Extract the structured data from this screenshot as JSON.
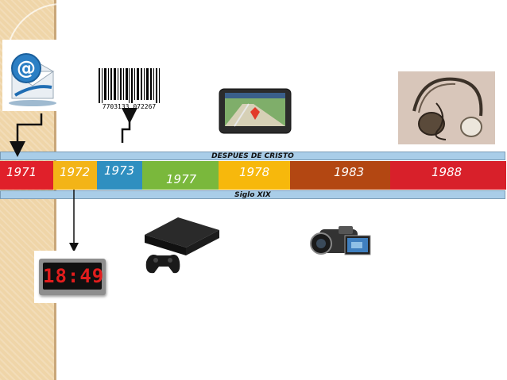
{
  "timeline": {
    "top_band": "DESPUES DE CRISTO",
    "bottom_band": "Siglo XIX",
    "segments": [
      {
        "year": "1971",
        "color": "#e0202a",
        "text_color": "#ffffff"
      },
      {
        "year": "1972",
        "color": "#f3b417",
        "text_color": "#ffffff"
      },
      {
        "year": "1973",
        "color": "#2f8fc0",
        "text_color": "#ffffff"
      },
      {
        "year": "1977",
        "color": "#7ab83c",
        "text_color": "#ffffff"
      },
      {
        "year": "1978",
        "color": "#f7b80c",
        "text_color": "#ffffff"
      },
      {
        "year": "1983",
        "color": "#b34712",
        "text_color": "#ffffff"
      },
      {
        "year": "1988",
        "color": "#d8202a",
        "text_color": "#ffffff"
      }
    ]
  },
  "images": {
    "barcode_digits": "7703133 072267",
    "clock_time": "18:49"
  },
  "icons": [
    "email-icon",
    "barcode-icon",
    "gps-icon",
    "headphones-icon",
    "game-console-icon",
    "digital-clock-icon",
    "camcorder-icon"
  ]
}
